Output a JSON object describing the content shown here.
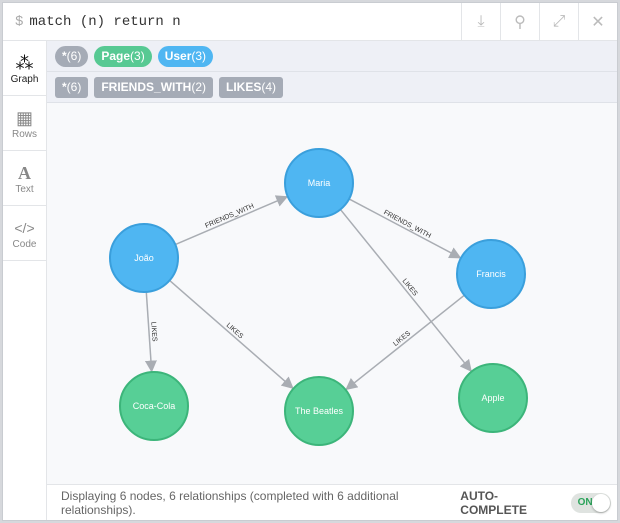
{
  "query": {
    "prompt": "$",
    "text": "match (n) return n"
  },
  "header_buttons": [
    {
      "name": "download-icon",
      "glyph": "⤓"
    },
    {
      "name": "pin-icon",
      "glyph": "📌"
    },
    {
      "name": "expand-icon",
      "glyph": "⤢"
    },
    {
      "name": "close-icon",
      "glyph": "✕"
    }
  ],
  "sidebar": [
    {
      "label": "Graph",
      "glyph": "⁂"
    },
    {
      "label": "Rows",
      "glyph": "▦"
    },
    {
      "label": "Text",
      "glyph": "A"
    },
    {
      "label": "Code",
      "glyph": "</>"
    }
  ],
  "node_labels": [
    {
      "name": "*",
      "count": "(6)",
      "color": "gray"
    },
    {
      "name": "Page",
      "count": "(3)",
      "color": "green"
    },
    {
      "name": "User",
      "count": "(3)",
      "color": "blue"
    }
  ],
  "rel_types": [
    {
      "name": "*",
      "count": "(6)"
    },
    {
      "name": "FRIENDS_WITH",
      "count": "(2)"
    },
    {
      "name": "LIKES",
      "count": "(4)"
    }
  ],
  "colors": {
    "user": "#4fb6f2",
    "user_border": "#3a9fdc",
    "page": "#57cf96",
    "page_border": "#3cb57a",
    "edge": "#a9adb3"
  },
  "graph": {
    "nodes": [
      {
        "id": "joao",
        "label": "João",
        "type": "user"
      },
      {
        "id": "maria",
        "label": "Maria",
        "type": "user"
      },
      {
        "id": "francis",
        "label": "Francis",
        "type": "user"
      },
      {
        "id": "coca",
        "label": "Coca-Cola",
        "type": "page"
      },
      {
        "id": "beatles",
        "label": "The Beatles",
        "type": "page"
      },
      {
        "id": "apple",
        "label": "Apple",
        "type": "page"
      }
    ],
    "relationships": [
      {
        "from": "joao",
        "to": "maria",
        "type": "FRIENDS_WITH"
      },
      {
        "from": "maria",
        "to": "francis",
        "type": "FRIENDS_WITH"
      },
      {
        "from": "maria",
        "to": "apple",
        "type": "LIKES"
      },
      {
        "from": "joao",
        "to": "coca",
        "type": "LIKES"
      },
      {
        "from": "joao",
        "to": "beatles",
        "type": "LIKES"
      },
      {
        "from": "francis",
        "to": "beatles",
        "type": "LIKES"
      }
    ]
  },
  "footer": {
    "status": "Displaying 6 nodes, 6 relationships (completed with 6 additional relationships).",
    "autocomplete_label": "AUTO-COMPLETE",
    "toggle": "ON"
  }
}
